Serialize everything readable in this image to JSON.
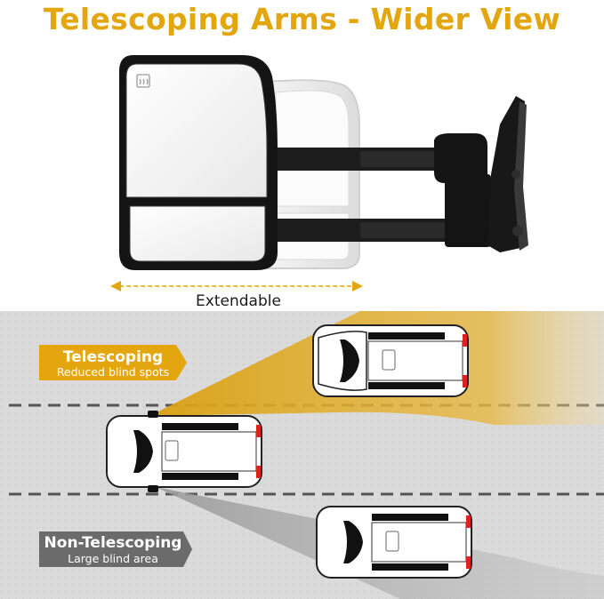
{
  "header": {
    "title": "Telescoping Arms - Wider View"
  },
  "mirror": {
    "extend_label": "Extendable"
  },
  "diagram": {
    "telescoping": {
      "title": "Telescoping",
      "subtitle": "Reduced blind spots"
    },
    "non_telescoping": {
      "title": "Non-Telescoping",
      "subtitle": "Large blind area"
    }
  },
  "colors": {
    "accent": "#e3a60e",
    "label_dark": "#6b6b6b",
    "road": "#d9d9d9",
    "mirror_body": "#141414"
  }
}
